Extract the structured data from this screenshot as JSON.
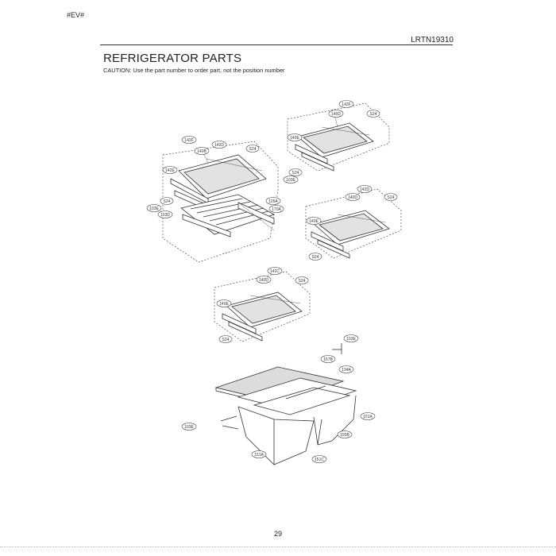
{
  "header": {
    "corner_tag": "#EV#",
    "model": "LRTN19310"
  },
  "title": "REFRIGERATOR PARTS",
  "caution": "CAUTION: Use the part number to order part, not the position number",
  "page_number": "29",
  "callouts": {
    "upper_left": [
      "142F",
      "140B",
      "142D",
      "S24",
      "142E",
      "S24",
      "103E",
      "103D",
      "126A",
      "170A"
    ],
    "upper_right": [
      "142F",
      "140D",
      "S24",
      "140E",
      "S24",
      "103E"
    ],
    "middle_right": [
      "142D",
      "140D",
      "S24",
      "140E",
      "S24"
    ],
    "middle_left": [
      "142C",
      "140D",
      "S24",
      "140E",
      "S24"
    ],
    "crisper": [
      "103E",
      "167B",
      "134A",
      "103E",
      "151A",
      "155B",
      "151A",
      "151C"
    ]
  },
  "colors": {
    "ink": "#333333",
    "paper": "#ffffff",
    "glass": "#dddddd"
  }
}
